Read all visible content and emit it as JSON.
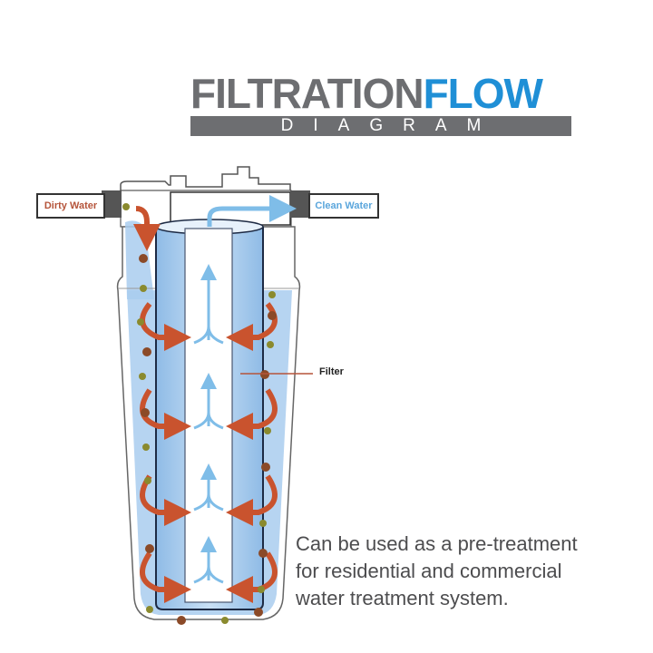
{
  "title": {
    "part1": "FILTRATION",
    "part2": "FLOW",
    "subtitle": "DIAGRAM"
  },
  "labels": {
    "inlet": "Dirty Water",
    "outlet": "Clean Water",
    "filter": "Filter"
  },
  "caption": {
    "line1": "Can be used as a pre-treatment",
    "line2": "for residential and commercial",
    "line3": "water treatment system."
  },
  "colors": {
    "title_gray": "#6d6e71",
    "title_blue": "#1f8fd6",
    "dirty_flow": "#c9532e",
    "clean_flow": "#7fbde8",
    "water": "#a9cdee",
    "particle_olive": "#8a8a2e",
    "particle_brown": "#8b4a28"
  }
}
